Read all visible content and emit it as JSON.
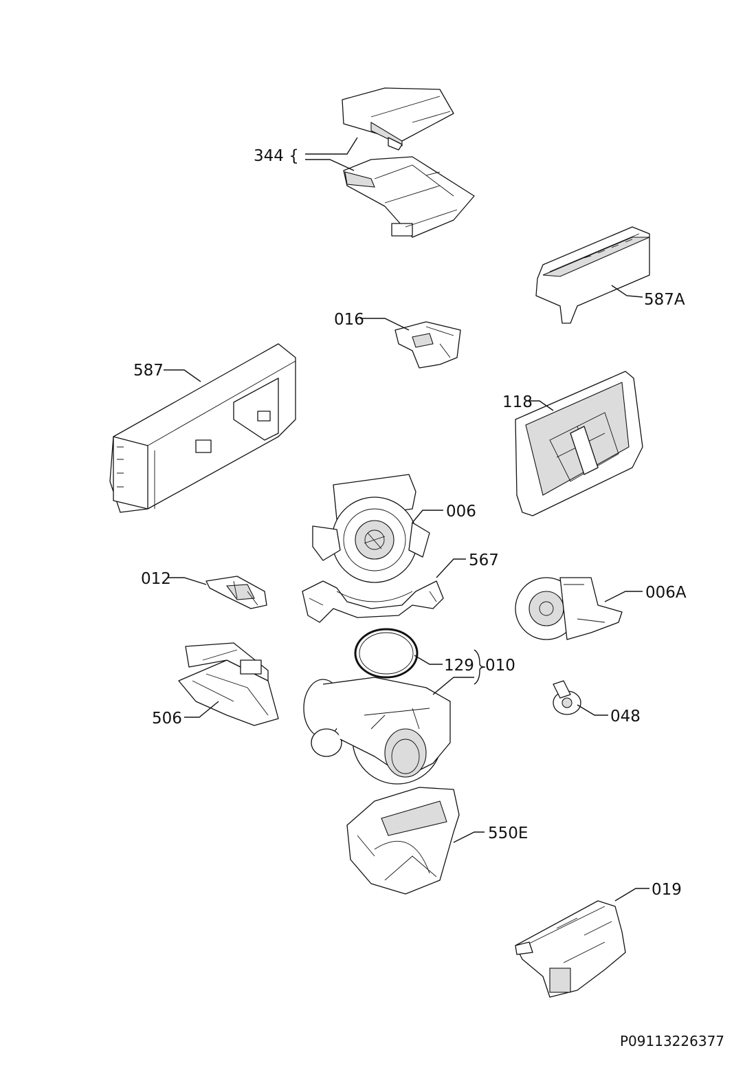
{
  "diagram": {
    "drawing_number": "P09113226377",
    "parts": [
      {
        "key": "344",
        "label": "344 {"
      },
      {
        "key": "587A",
        "label": "587A"
      },
      {
        "key": "016",
        "label": "016"
      },
      {
        "key": "587",
        "label": "587"
      },
      {
        "key": "118",
        "label": "118"
      },
      {
        "key": "006",
        "label": "006"
      },
      {
        "key": "567",
        "label": "567"
      },
      {
        "key": "012",
        "label": "012"
      },
      {
        "key": "006A",
        "label": "006A"
      },
      {
        "key": "129",
        "label": "129"
      },
      {
        "key": "010",
        "label": "010"
      },
      {
        "key": "506",
        "label": "506"
      },
      {
        "key": "048",
        "label": "048"
      },
      {
        "key": "550E",
        "label": "550E"
      },
      {
        "key": "019",
        "label": "019"
      }
    ]
  }
}
